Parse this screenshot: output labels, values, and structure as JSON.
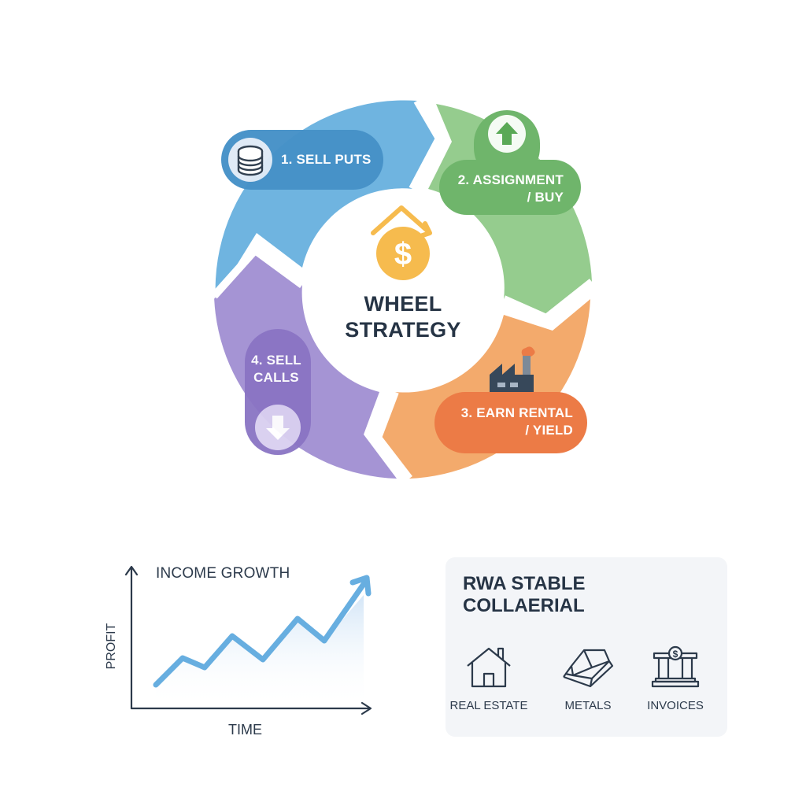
{
  "wheel": {
    "center_title_line1": "WHEEL",
    "center_title_line2": "STRATEGY",
    "center_icon": "dollar-coin-with-arrow-icon",
    "steps": [
      {
        "label_line1": "1. SELL PUTS",
        "label_line2": "",
        "icon": "coin-stack-icon",
        "color": "#4691c8",
        "segment_color": "#6fb4e0"
      },
      {
        "label_line1": "2. ASSIGNMENT",
        "label_line2": "/ BUY",
        "icon": "arrow-up-icon",
        "color": "#6fb56b",
        "segment_color": "#95cc8e"
      },
      {
        "label_line1": "3. EARN RENTAL",
        "label_line2": "/ YIELD",
        "icon": "factory-icon",
        "color": "#ec7b46",
        "segment_color": "#f3aa6c"
      },
      {
        "label_line1": "4. SELL",
        "label_line2": "CALLS",
        "icon": "arrow-down-icon",
        "color": "#8a74c4",
        "segment_color": "#a594d4"
      }
    ],
    "accent_color": "#f6bb4e"
  },
  "chart": {
    "title": "INCOME GROWTH",
    "ylabel": "PROFIT",
    "xlabel": "TIME"
  },
  "chart_data": {
    "type": "line",
    "title": "INCOME GROWTH",
    "xlabel": "TIME",
    "ylabel": "PROFIT",
    "x": [
      1,
      2,
      3,
      4,
      5,
      6,
      7,
      8
    ],
    "values": [
      1.0,
      3.2,
      2.6,
      5.0,
      3.3,
      5.9,
      4.7,
      9.2
    ],
    "series": [
      {
        "name": "Income",
        "values": [
          1.0,
          3.2,
          2.6,
          5.0,
          3.3,
          5.9,
          4.7,
          9.2
        ]
      }
    ],
    "ylim": [
      0,
      10
    ],
    "grid": false,
    "legend": "none",
    "line_color": "#67aee0",
    "note": "Unlabeled conceptual trend; values estimated relative to axis height, ending in an up-arrow"
  },
  "rwa": {
    "title_line1": "RWA STABLE",
    "title_line2": "COLLAERIAL",
    "assets": [
      {
        "label": "REAL ESTATE",
        "icon": "house-icon"
      },
      {
        "label": "METALS",
        "icon": "gold-bar-icon"
      },
      {
        "label": "INVOICES",
        "icon": "bank-dollar-icon"
      }
    ]
  }
}
